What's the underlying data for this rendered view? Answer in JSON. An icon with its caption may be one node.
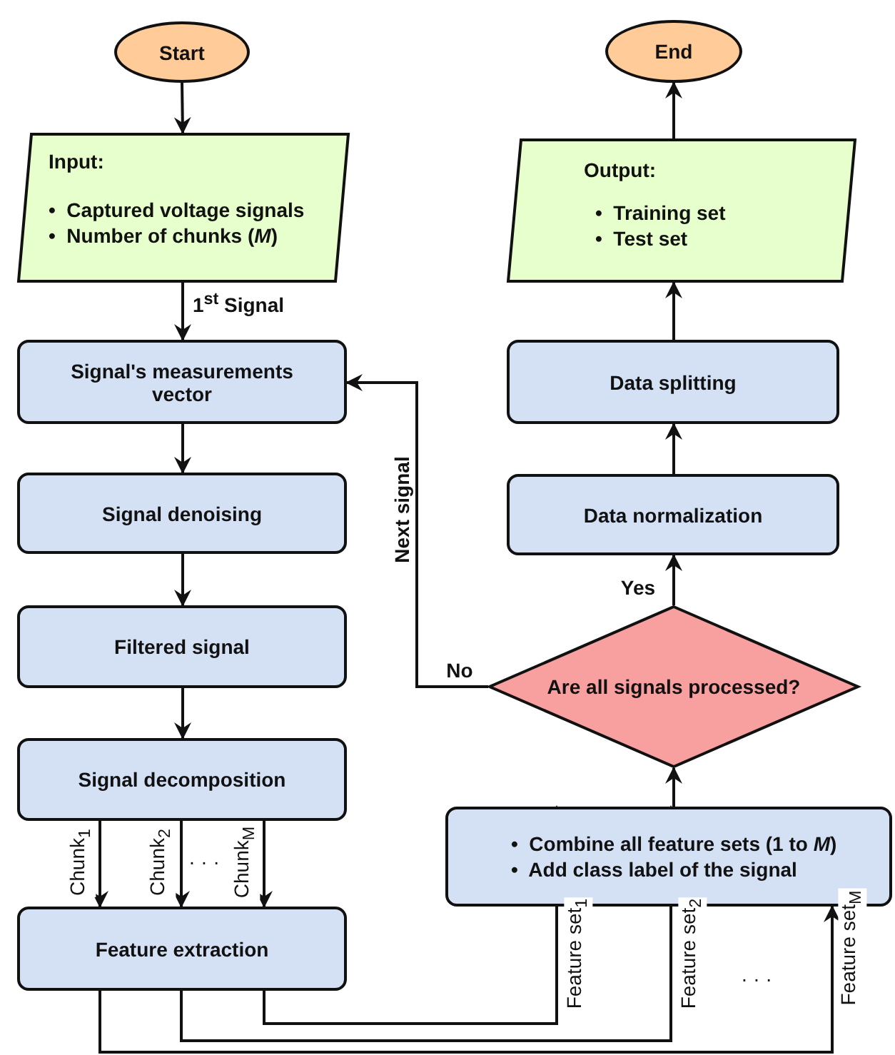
{
  "diagram": {
    "nodes": [
      {
        "text": [
          "Start"
        ]
      },
      {
        "text": [
          "Input:",
          "•  Captured voltage signals",
          "•  Number of chunks (*M*)"
        ]
      },
      {
        "text": [
          "Signal's measurements vector"
        ]
      },
      {
        "text": [
          "Signal denoising"
        ]
      },
      {
        "text": [
          "Filtered signal"
        ]
      },
      {
        "text": [
          "Signal decomposition"
        ]
      },
      {
        "text": [
          "Feature extraction"
        ]
      },
      {
        "text": [
          "•  Combine all feature sets (1 to *M*)",
          "•  Add class label of the signal"
        ]
      },
      {
        "text": [
          "Are all signals processed?"
        ]
      },
      {
        "text": [
          "Data normalization"
        ]
      },
      {
        "text": [
          "Data splitting"
        ]
      },
      {
        "text": [
          "Output:",
          "•  Training set",
          "•  Test set"
        ]
      },
      {
        "text": [
          "End"
        ]
      }
    ],
    "edges": [
      {
        "from": 0,
        "to": 1,
        "arrow": "to"
      },
      {
        "from": 1,
        "to": 2,
        "arrow": "to",
        "label": "1$^{st}$ Signal"
      },
      {
        "from": 2,
        "to": 3,
        "arrow": "to"
      },
      {
        "from": 3,
        "to": 4,
        "arrow": "to"
      },
      {
        "from": 4,
        "to": 5,
        "arrow": "to"
      },
      {
        "from": 5,
        "to": 6,
        "arrow": "to",
        "label": "Chunk$_{1}$"
      },
      {
        "from": 5,
        "to": 6,
        "arrow": "to",
        "label": "Chunk$_{2}$"
      },
      {
        "from": 5,
        "to": 6,
        "arrow": "to",
        "label": "Chunk$_{M}$"
      },
      {
        "from": 6,
        "to": 7,
        "arrow": "to",
        "label": "Feature set$_{1}$"
      },
      {
        "from": 6,
        "to": 7,
        "arrow": "to",
        "label": "Feature set$_{2}$"
      },
      {
        "from": 6,
        "to": 7,
        "arrow": "to",
        "label": "Feature set$_{M}$"
      },
      {
        "from": 7,
        "to": 8,
        "arrow": "to"
      },
      {
        "from": 8,
        "to": 9,
        "arrow": "to",
        "label": "Yes"
      },
      {
        "from": 8,
        "to": 2,
        "arrow": "to",
        "label": "No"
      },
      {
        "from": 9,
        "to": 10,
        "arrow": "to"
      },
      {
        "from": 10,
        "to": 11,
        "arrow": "to"
      },
      {
        "from": 11,
        "to": 12,
        "arrow": "to"
      }
    ],
    "labels": [
      "Next signal",
      "· · ·",
      "· · ·"
    ]
  }
}
